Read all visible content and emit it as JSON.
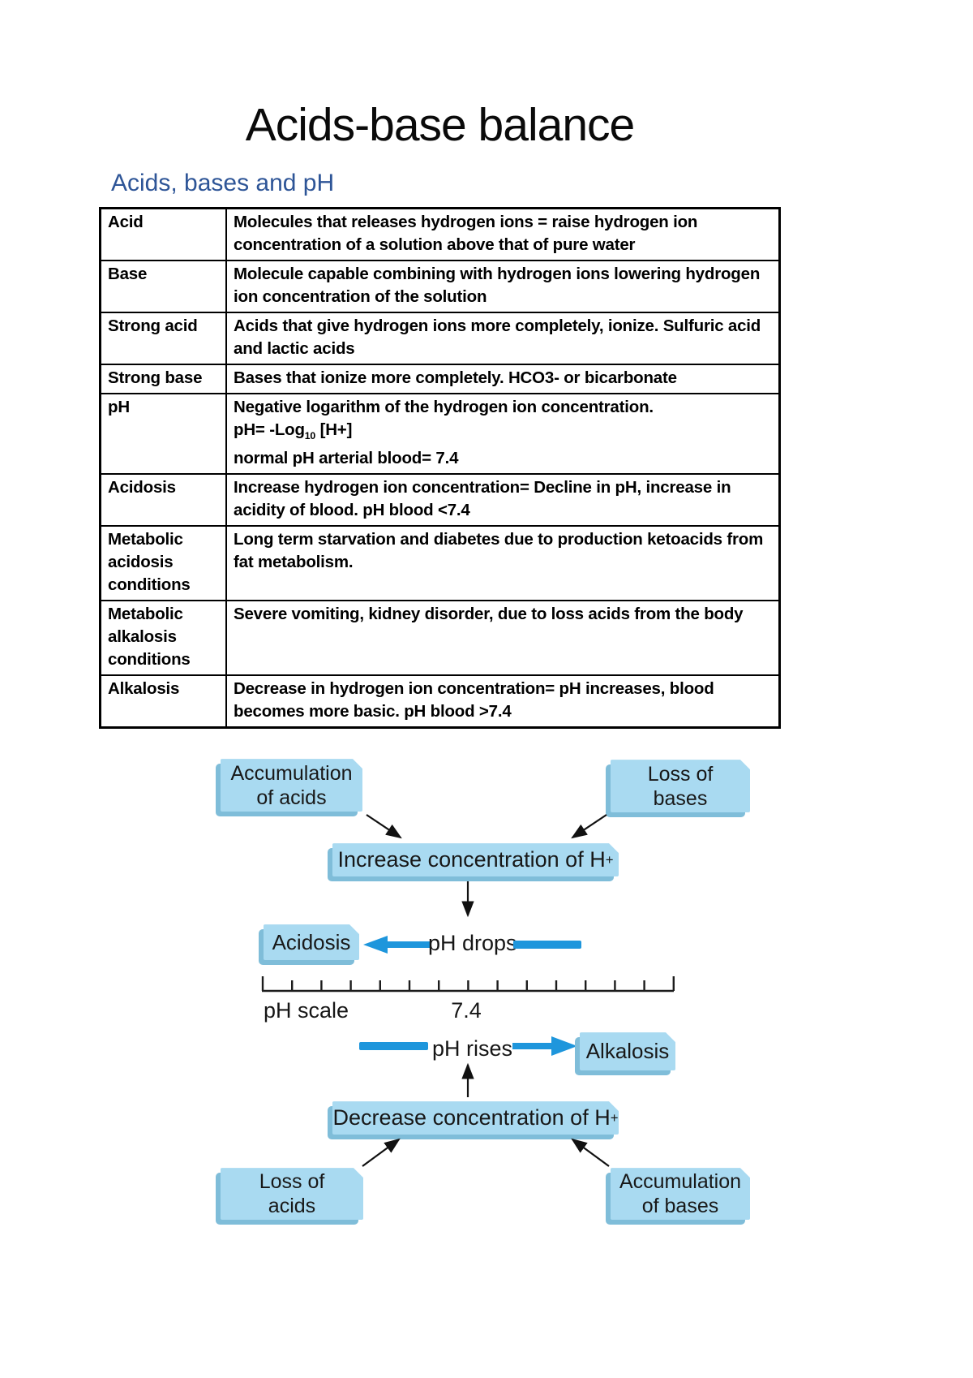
{
  "page": {
    "title": "Acids-base balance",
    "heading": "Acids, bases and pH"
  },
  "table": {
    "rows": [
      {
        "term": "Acid",
        "definition": "Molecules that releases hydrogen ions = raise hydrogen ion concentration of a solution above that of pure water"
      },
      {
        "term": "Base",
        "definition": "Molecule capable combining with hydrogen ions lowering hydrogen ion concentration of the solution"
      },
      {
        "term": "Strong acid",
        "definition": "Acids that give hydrogen ions more completely, ionize. Sulfuric acid and lactic acids"
      },
      {
        "term": "Strong base",
        "definition": "Bases that ionize more completely. HCO3- or bicarbonate"
      },
      {
        "term": "pH",
        "def_line1": "Negative logarithm of the hydrogen ion concentration.",
        "def_line2_pre": "pH= -Log",
        "def_line2_sub": "10",
        "def_line2_post": " [H+]",
        "def_line3": "normal pH arterial blood= 7.4"
      },
      {
        "term": "Acidosis",
        "definition": "Increase hydrogen ion concentration= Decline in pH, increase in acidity of blood. pH blood <7.4"
      },
      {
        "term": "Metabolic acidosis conditions",
        "definition": "Long term starvation and diabetes due to production ketoacids from fat metabolism."
      },
      {
        "term": "Metabolic alkalosis conditions",
        "definition": "Severe vomiting, kidney disorder, due to loss acids from the body"
      },
      {
        "term": "Alkalosis",
        "definition": "Decrease in hydrogen ion concentration= pH increases, blood becomes more basic. pH blood >7.4"
      }
    ]
  },
  "diagram": {
    "accumulation_of_acids": "Accumulation\nof acids",
    "loss_of_bases": "Loss of\nbases",
    "increase_pre": "Increase concentration of H",
    "increase_sup": "+",
    "acidosis": "Acidosis",
    "ph_drops": "pH drops",
    "ph_scale_label": "pH scale",
    "ph_midpoint": "7.4",
    "ph_rises": "pH rises",
    "alkalosis": "Alkalosis",
    "decrease_pre": "Decrease concentration of H",
    "decrease_sup": "+",
    "loss_of_acids": "Loss of\nacids",
    "accumulation_of_bases": "Accumulation\nof bases"
  },
  "colors": {
    "heading_blue": "#2e5597",
    "box_fill": "#a9daf1",
    "box_shadow": "#7fbdd9",
    "accent_blue": "#1e96dc"
  }
}
